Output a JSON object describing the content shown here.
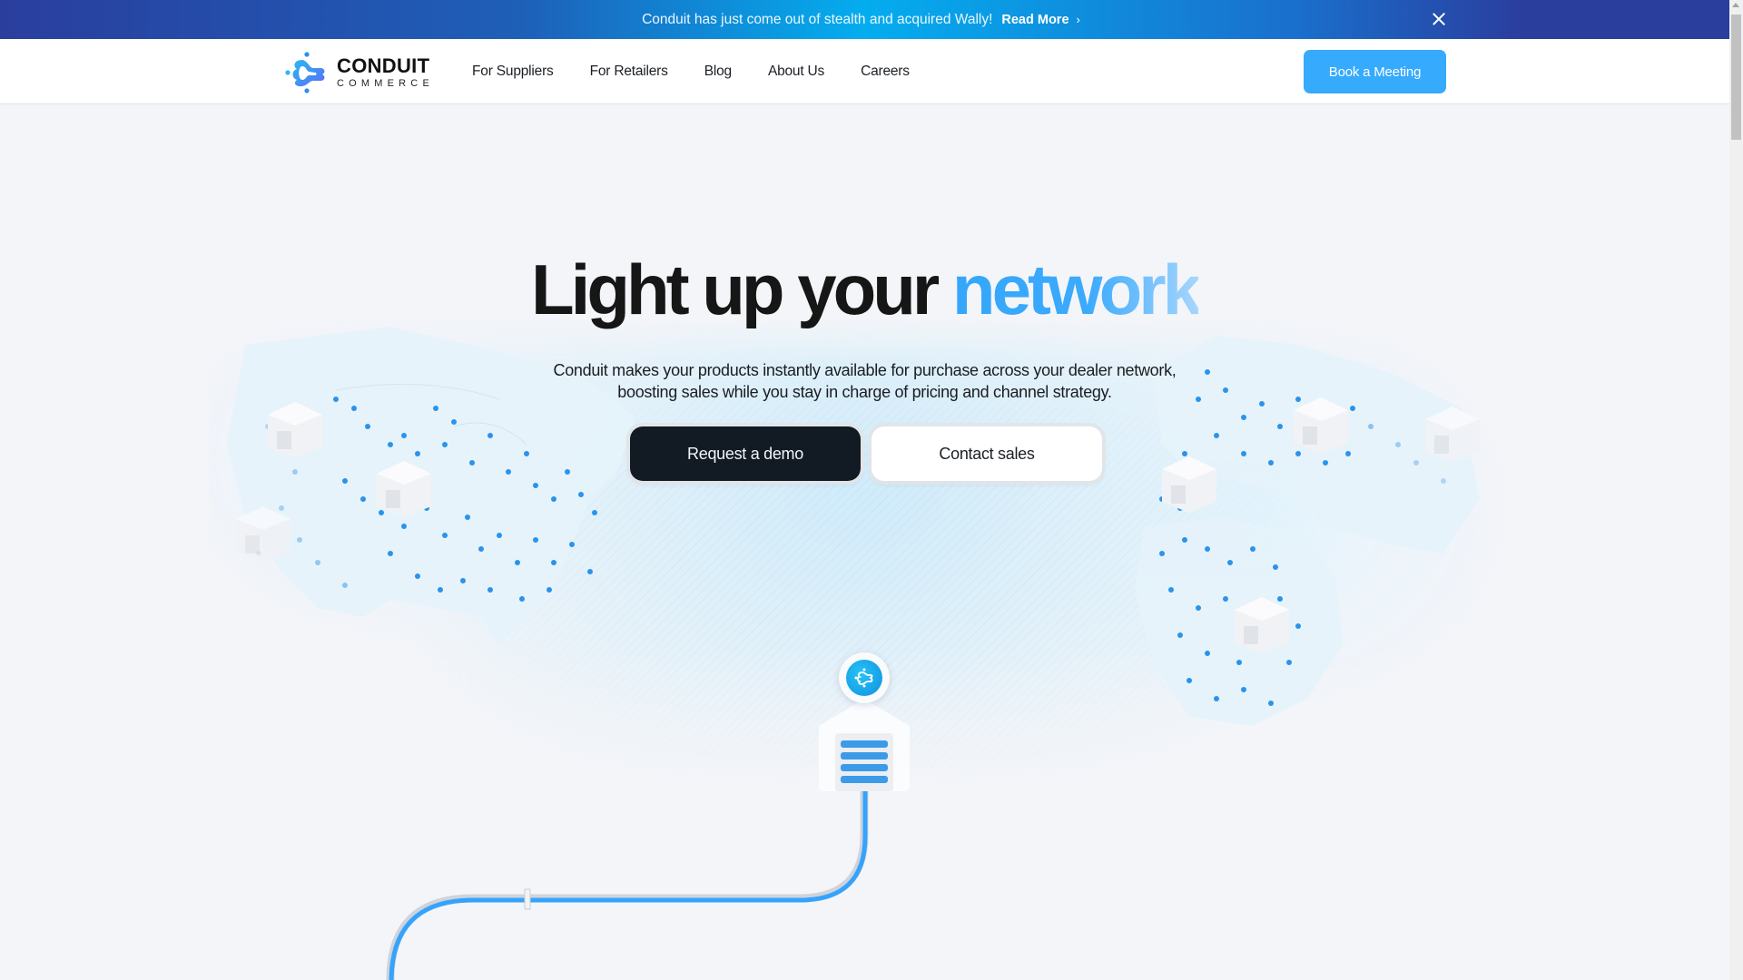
{
  "banner": {
    "message": "Conduit has just come out of stealth and acquired Wally!",
    "link_label": "Read More",
    "link_chevron": "›",
    "close_icon": "close-icon",
    "gradient_colors": [
      "#2a3e9e",
      "#04adef",
      "#2a3e9e"
    ]
  },
  "nav": {
    "logo": {
      "wordmark": "CONDUIT",
      "subtitle": "COMMERCE",
      "icon": "conduit-logo-icon"
    },
    "links": [
      {
        "label": "For Suppliers"
      },
      {
        "label": "For Retailers"
      },
      {
        "label": "Blog"
      },
      {
        "label": "About Us"
      },
      {
        "label": "Careers"
      }
    ],
    "cta_label": "Book a Meeting",
    "cta_color": "#36aafc"
  },
  "hero": {
    "title_prefix": "Light up your",
    "title_accent": "network",
    "accent_color": "#35a6fb",
    "subtitle_line1": "Conduit makes your products instantly available for purchase across your dealer network,",
    "subtitle_line2": "boosting sales while you stay in charge of pricing and channel strategy.",
    "primary_button": "Request a demo",
    "secondary_button": "Contact sales"
  },
  "illustration": {
    "regions": [
      "north-america-map",
      "europe-africa-map"
    ],
    "store_icon": "store-building-icon",
    "hub_icon": "conduit-hub-icon",
    "warehouse_icon": "warehouse-icon",
    "dot_color": "#2a93ea",
    "pipe_color": "#35a3fb"
  }
}
